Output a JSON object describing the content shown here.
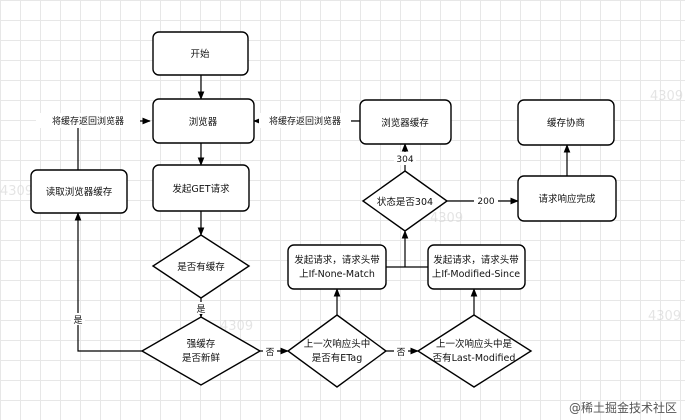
{
  "nodes": {
    "start": "开始",
    "browser": "浏览器",
    "read_cache": "读取浏览器缓存",
    "send_get": "发起GET请求",
    "browser_cache": "浏览器缓存",
    "cache_negotiation": "缓存协商",
    "response_complete": "请求响应完成",
    "status_304": "状态是否304",
    "if_none_match_l1": "发起请求，请求头带",
    "if_none_match_l2": "上If-None-Match",
    "if_modified_l1": "发起请求，请求头带",
    "if_modified_l2": "上If-Modified-Since",
    "has_cache": "是否有缓存",
    "strong_cache_l1": "强缓存",
    "strong_cache_l2": "是否新鲜",
    "etag_l1": "上一次响应头中",
    "etag_l2": "是否有ETag",
    "last_modified_l1": "上一次响应头中是",
    "last_modified_l2": "否有Last-Modified"
  },
  "edge_labels": {
    "return_left": "将缓存返回浏览器",
    "return_right": "将缓存返回浏览器",
    "code_304": "304",
    "code_200": "200",
    "yes_has_cache": "是",
    "yes_fresh": "是",
    "no_fresh": "否",
    "no_etag": "否"
  },
  "watermark": "4309",
  "brand": "@稀土掘金技术社区"
}
